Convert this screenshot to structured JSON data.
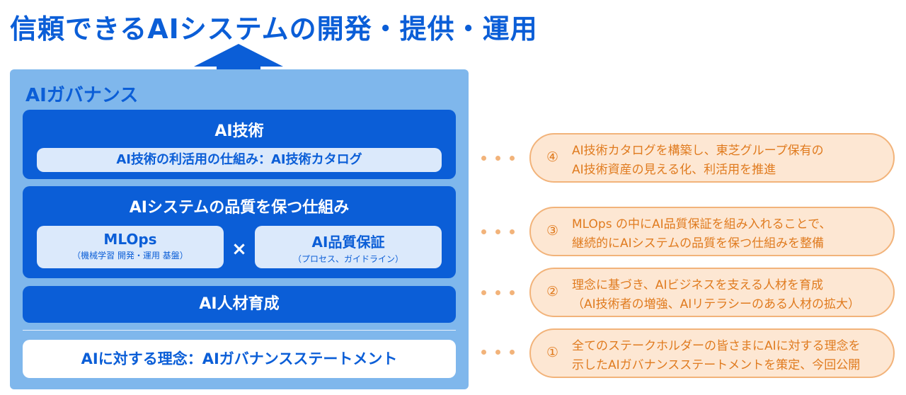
{
  "title": "信頼できるAIシステムの開発・提供・運用",
  "governance": {
    "title": "AIガバナンス",
    "tech": {
      "heading": "AI技術",
      "catalog": "AI技術の利活用の仕組み：AI技術カタログ"
    },
    "quality": {
      "heading": "AIシステムの品質を保つ仕組み",
      "mlops": {
        "main": "MLOps",
        "sub": "（機械学習 開発・運用 基盤）"
      },
      "times": "×",
      "aiq": {
        "main": "AI品質保証",
        "sub": "（プロセス、ガイドライン）"
      }
    },
    "hr": "AI人材育成",
    "philosophy": "AIに対する理念：AIガバナンスステートメント"
  },
  "notes": [
    {
      "num": "④",
      "line1": "AI技術カタログを構築し、東芝グループ保有の",
      "line2": "AI技術資産の見える化、利活用を推進"
    },
    {
      "num": "③",
      "line1": "MLOps の中にAI品質保証を組み入れることで、",
      "line2": "継続的にAIシステムの品質を保つ仕組みを整備"
    },
    {
      "num": "②",
      "line1": "理念に基づき、AIビジネスを支える人材を育成",
      "line2": "（AI技術者の増強、AIリテラシーのある人材の拡大）"
    },
    {
      "num": "①",
      "line1": "全てのステークホルダーの皆さまにAIに対する理念を",
      "line2": "示したAIガバナンスステートメントを策定、今回公開"
    }
  ],
  "colors": {
    "primary": "#0b5ed7",
    "panel": "#7fb7ec",
    "pill": "#dbe9fb",
    "note_bg": "#fde7d3",
    "note_border": "#f2b37a",
    "note_text": "#e07b1f"
  }
}
